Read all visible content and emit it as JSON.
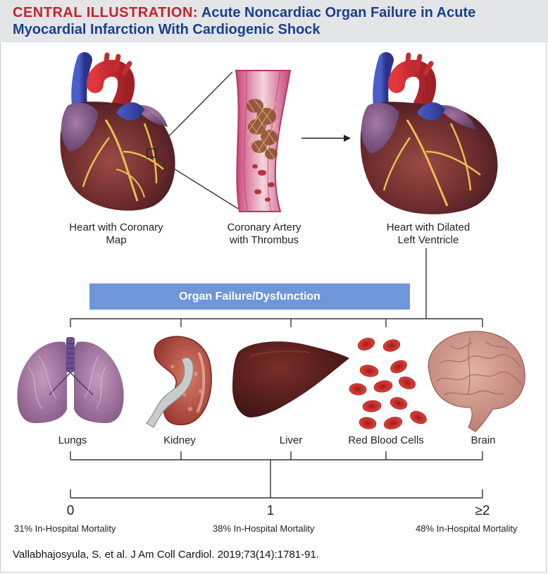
{
  "header": {
    "title_lead": "CENTRAL ILLUSTRATION:",
    "title_rest": " Acute Noncardiac Organ Failure in Acute Myocardial Infarction With Cardiogenic Shock"
  },
  "top_panels": [
    {
      "caption_line1": "Heart with Coronary",
      "caption_line2": "Map"
    },
    {
      "caption_line1": "Coronary Artery",
      "caption_line2": "with Thrombus"
    },
    {
      "caption_line1": "Heart with Dilated",
      "caption_line2": "Left Ventricle"
    }
  ],
  "banner": {
    "label": "Organ Failure/Dysfunction"
  },
  "organs": [
    {
      "label": "Lungs"
    },
    {
      "label": "Kidney"
    },
    {
      "label": "Liver"
    },
    {
      "label": "Red Blood Cells"
    },
    {
      "label": "Brain"
    }
  ],
  "scale": [
    {
      "count": "0",
      "mortality": "31% In-Hospital Mortality"
    },
    {
      "count": "1",
      "mortality": "38% In-Hospital Mortality"
    },
    {
      "count": "≥2",
      "mortality": "48% In-Hospital Mortality"
    }
  ],
  "citation": "Vallabhajosyula, S. et al. J Am Coll Cardiol. 2019;73(14):1781-91.",
  "colors": {
    "title_red": "#c8202e",
    "title_blue": "#1a3f8f",
    "banner_blue": "#6e96d8",
    "header_gray": "#e3e5e7"
  }
}
